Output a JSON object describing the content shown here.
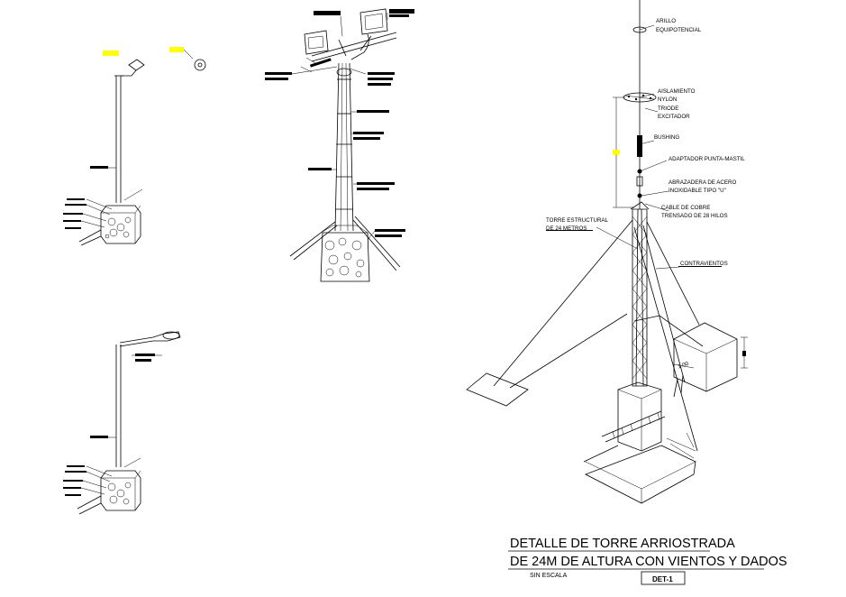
{
  "labels": {
    "arillo_1": "ARILLO",
    "arillo_2": "EQUIPOTENCIAL",
    "aislamiento_1": "AISLAMIENTO",
    "aislamiento_2": "NYLON",
    "triode_1": "TRIODE",
    "triode_2": "EXCITADOR",
    "bushing": "BUSHING",
    "adaptador": "ADAPTADOR PUNTA-MASTIL",
    "abrazadera_1": "ABRAZADERA DE ACERO",
    "abrazadera_2": "INOXIDABLE TIPO \"U\"",
    "cable_1": "CABLE DE COBRE",
    "cable_2": "TRENSADO DE 28 HILOS",
    "torre_1": "TORRE ESTRUCTURAL",
    "torre_2": "DE 24 METROS",
    "contravientos": "CONTRAVIENTOS",
    "dim": "1.00"
  },
  "title": {
    "line1": "DETALLE DE TORRE ARRIOSTRADA",
    "line2": "DE 24M  DE ALTURA CON VIENTOS Y DADOS",
    "scale": "SIN ESCALA",
    "tag": "DET-1"
  },
  "colors": {
    "line": "#000000",
    "highlight": "#ffff00",
    "background": "#ffffff"
  }
}
